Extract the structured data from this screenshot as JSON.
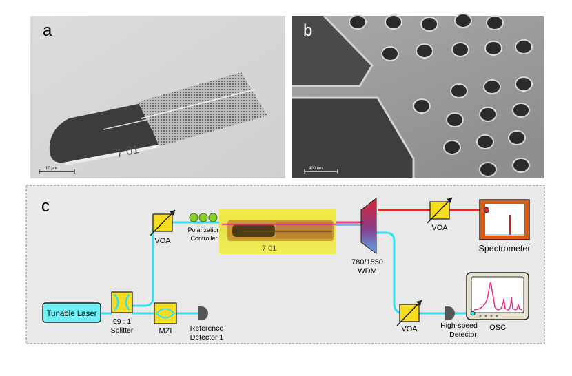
{
  "panels": {
    "a": {
      "label": "a",
      "scale_bar": "10 μm",
      "chip_mark": "7  01"
    },
    "b": {
      "label": "b",
      "scale_bar": "400 nm"
    },
    "c": {
      "label": "c"
    }
  },
  "setup": {
    "tunable_laser": "Tunable Laser",
    "splitter_ratio": "99 : 1",
    "splitter_label": "Splitter",
    "mzi": "MZI",
    "reference_detector_line1": "Reference",
    "reference_detector_line2": "Detector 1",
    "voa_1": "VOA",
    "polarization_line1": "Polarization",
    "polarization_line2": "Controller",
    "chip_mark": "7  01",
    "wdm_line1": "780/1550",
    "wdm_line2": "WDM",
    "voa_2": "VOA",
    "spectrometer": "Spectrometer",
    "voa_3": "VOA",
    "detector_line1": "High-speed",
    "detector_line2": "Detector",
    "osc": "OSC"
  },
  "colors": {
    "fiber_cyan": "#33e0ee",
    "laser_red": "#e8262a",
    "component_yellow": "#f6dd22",
    "spectrometer_orange": "#d95b13",
    "osc_trace": "#e8318a",
    "polarizer_green": "#86d12a",
    "panel_bg": "#e9e9e9"
  }
}
